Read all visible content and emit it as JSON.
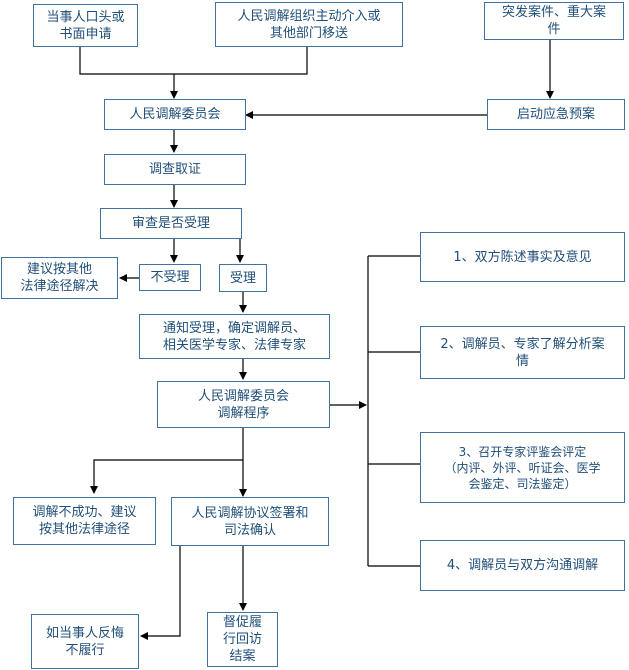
{
  "colors": {
    "border": "#41719c",
    "text": "#1f4e79",
    "line": "#000000"
  },
  "nodes": {
    "written_application": "当事人口头或\n书面申请",
    "referral": "人民调解组织主动介入或\n其他部门移送",
    "emergency_case": "突发案件、重大案\n件",
    "committee": "人民调解委员会",
    "emergency_plan": "启动应急预案",
    "investigation": "调查取证",
    "review": "审查是否受理",
    "not_accepted": "不受理",
    "accepted": "受理",
    "other_legal": "建议按其他\n法律途径解决",
    "notify": "通知受理，确定调解员、\n相关医学专家、法律专家",
    "procedure": "人民调解委员会\n调解程序",
    "step1": "1、双方陈述事实及意见",
    "step2": "2、调解员、专家了解分析案\n情",
    "step3": "3、召开专家评鉴会评定\n（内评、外评、听证会、医学\n会鉴定、司法鉴定）",
    "step4": "4、调解员与双方沟通调解",
    "failed": "调解不成功、建议\n按其他法律途径",
    "agreement": "人民调解协议签署和\n司法确认",
    "regret": "如当事人反悔\n不履行",
    "followup": "督促履\n行回访\n结案"
  }
}
